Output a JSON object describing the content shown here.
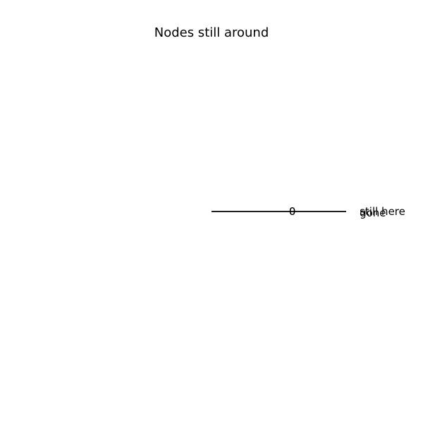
{
  "chart_data": {
    "type": "pie",
    "title": "Nodes still around",
    "categories": [
      "still here",
      "gone"
    ],
    "values": [
      0,
      0
    ],
    "slice_labels": [
      "0",
      "0"
    ],
    "colors": [
      "#000000",
      "#000000"
    ]
  }
}
